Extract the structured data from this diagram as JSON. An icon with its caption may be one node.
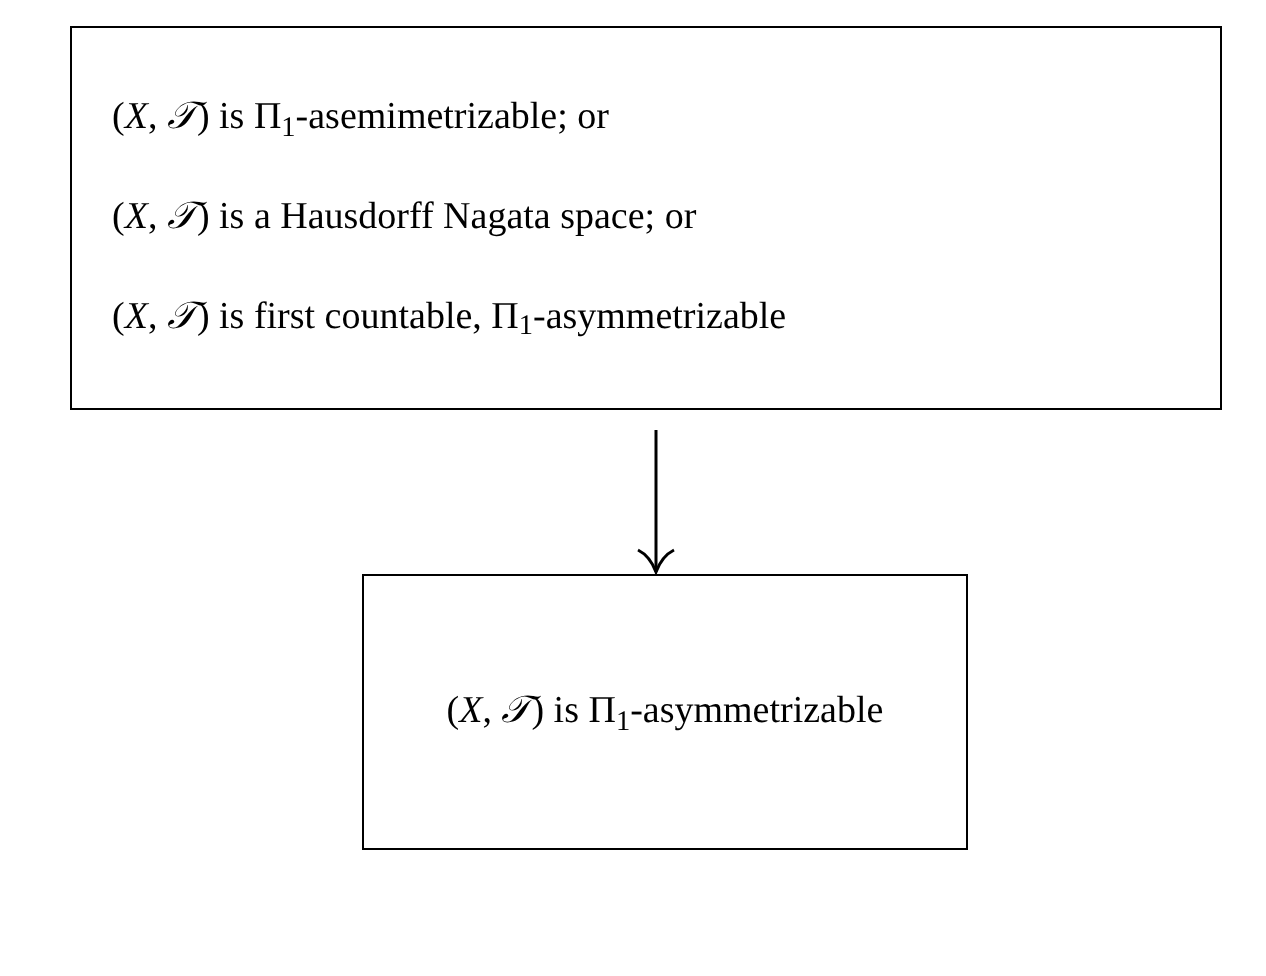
{
  "diagram": {
    "nodes": [
      {
        "text": [
          "(*X*, *𝒯*) is Π$_{1}$-asemimetrizable; or",
          "(*X*, *𝒯*) is a Hausdorff Nagata space; or",
          "(*X*, *𝒯*) is first countable, Π$_{1}$-asymmetrizable"
        ]
      },
      {
        "text": [
          "(*X*, *𝒯*) is Π$_{1}$-asymmetrizable"
        ]
      }
    ],
    "edges": [
      {
        "from": 0,
        "to": 1,
        "arrow": "to"
      }
    ]
  }
}
